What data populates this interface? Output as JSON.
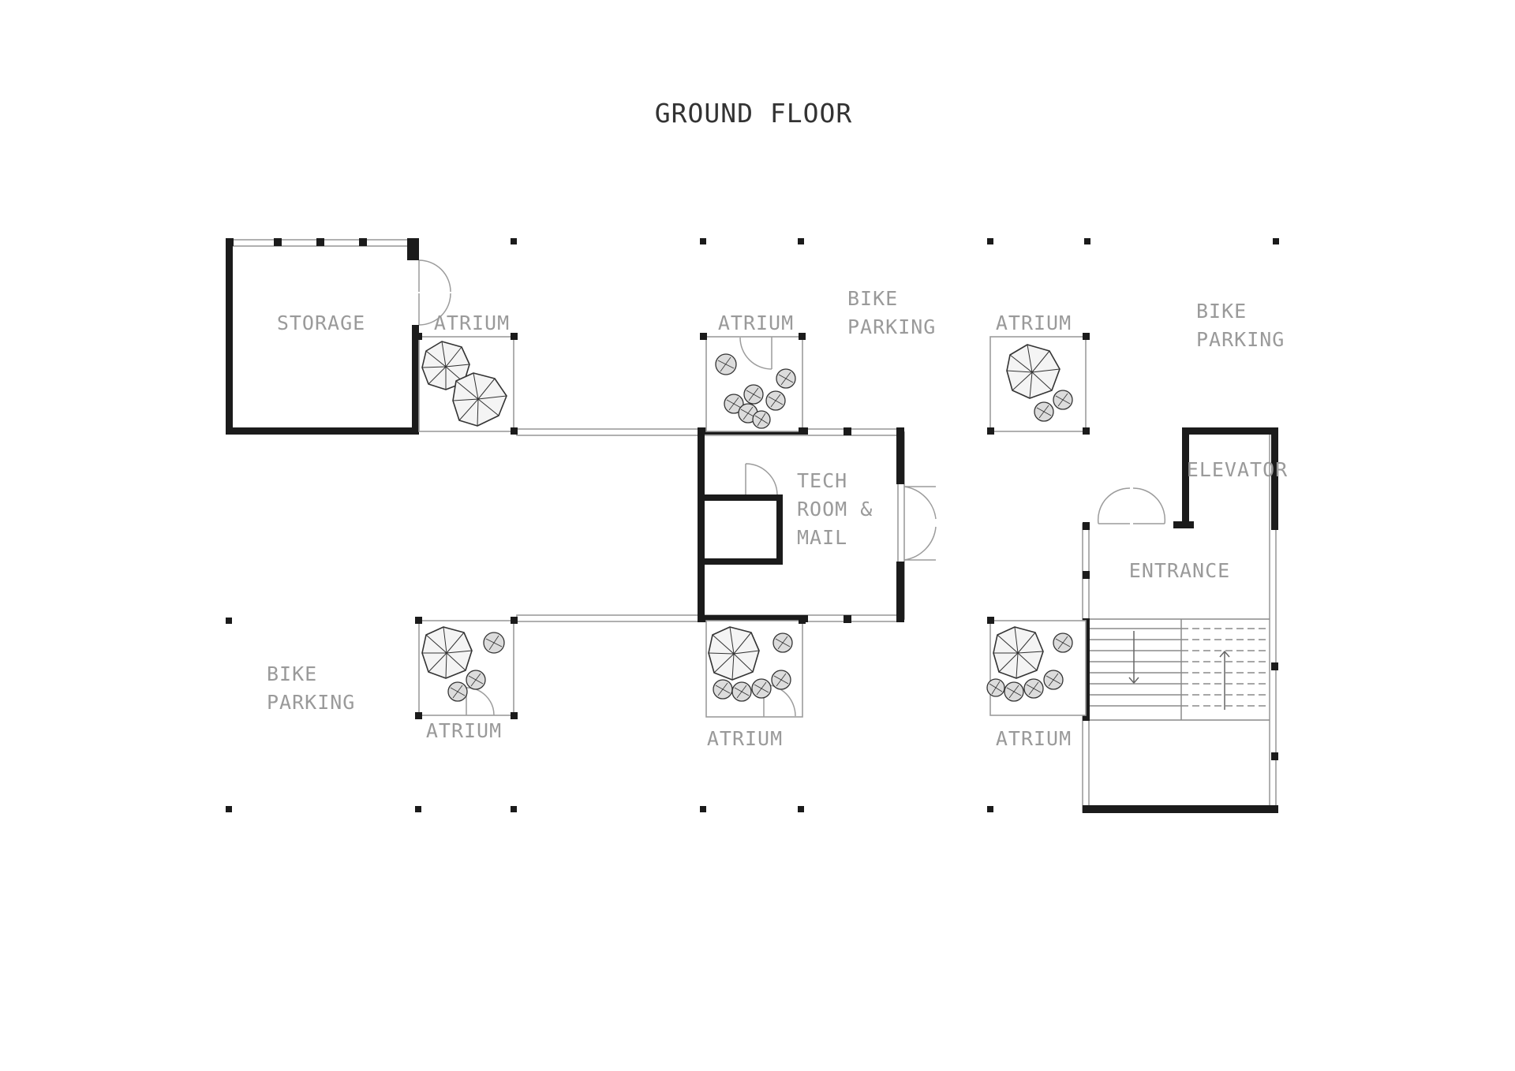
{
  "title": "GROUND FLOOR",
  "rooms": {
    "storage": "STORAGE",
    "atrium_a1": "ATRIUM",
    "atrium_a2": "ATRIUM",
    "bike_parking_a": [
      "BIKE",
      "PARKING"
    ],
    "atrium_b1": "ATRIUM",
    "atrium_b2": "ATRIUM",
    "bike_parking_b": [
      "BIKE",
      "PARKING"
    ],
    "tech_room": [
      "TECH",
      "ROOM &",
      "MAIL"
    ],
    "atrium_c1": "ATRIUM",
    "atrium_c2": "ATRIUM",
    "bike_parking_c": [
      "BIKE",
      "PARKING"
    ],
    "elevator": "ELEVATOR",
    "entrance": "ENTRANCE"
  }
}
